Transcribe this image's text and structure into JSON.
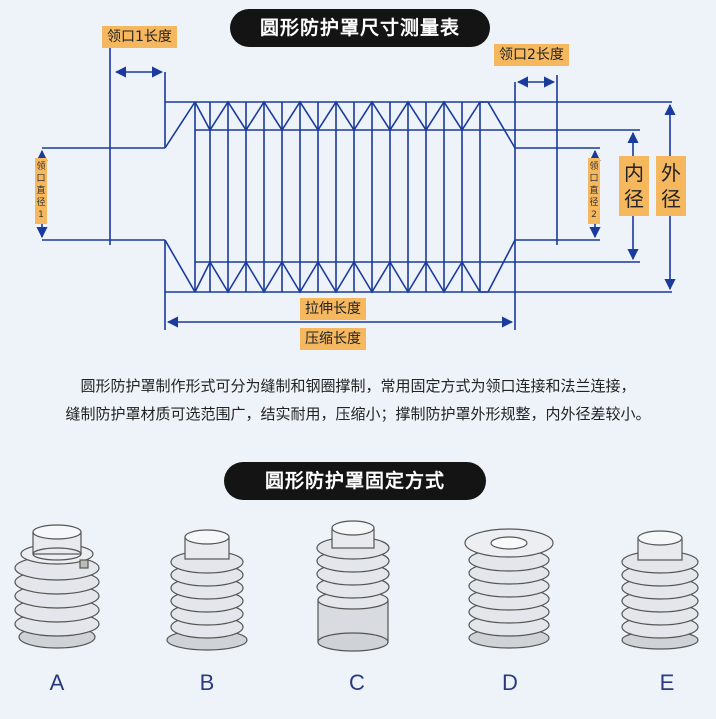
{
  "title_top": "圆形防护罩尺寸测量表",
  "labels": {
    "collar1_length": "领口1长度",
    "collar2_length": "领口2长度",
    "collar1_diameter": "领口直径1",
    "collar2_diameter": "领口直径2",
    "inner_diameter": "内径",
    "outer_diameter": "外径",
    "stretch_length": "拉伸长度",
    "compressed_length": "压缩长度"
  },
  "description": [
    "圆形防护罩制作形式可分为缝制和钢圈撑制，常用固定方式为领口连接和法兰连接，",
    "缝制防护罩材质可选范围广，结实耐用，压缩小；撑制防护罩外形规整，内外径差较小。"
  ],
  "title_bottom": "圆形防护罩固定方式",
  "variants": [
    "A",
    "B",
    "C",
    "D",
    "E"
  ],
  "colors": {
    "line": "#1a3a9c",
    "tag": "#f6b85f",
    "pill": "#141414"
  }
}
